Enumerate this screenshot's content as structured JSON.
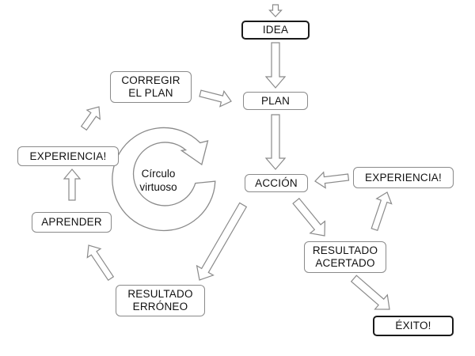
{
  "nodes": {
    "idea": "IDEA",
    "plan": "PLAN",
    "accion": "ACCIÓN",
    "corregir_el_plan": "CORREGIR\nEL PLAN",
    "experiencia_left": "EXPERIENCIA!",
    "aprender": "APRENDER",
    "resultado_erroneo": "RESULTADO\nERRÓNEO",
    "experiencia_right": "EXPERIENCIA!",
    "resultado_acertado": "RESULTADO\nACERTADO",
    "exito": "ÉXITO!"
  },
  "center_label": "Círculo\nvirtuoso",
  "colors": {
    "arrow_stroke": "#8a8a8a",
    "arrow_fill": "#ffffff",
    "circle_fill": "#ffffff",
    "circle_stroke": "#8a8a8a",
    "text": "#111111"
  }
}
